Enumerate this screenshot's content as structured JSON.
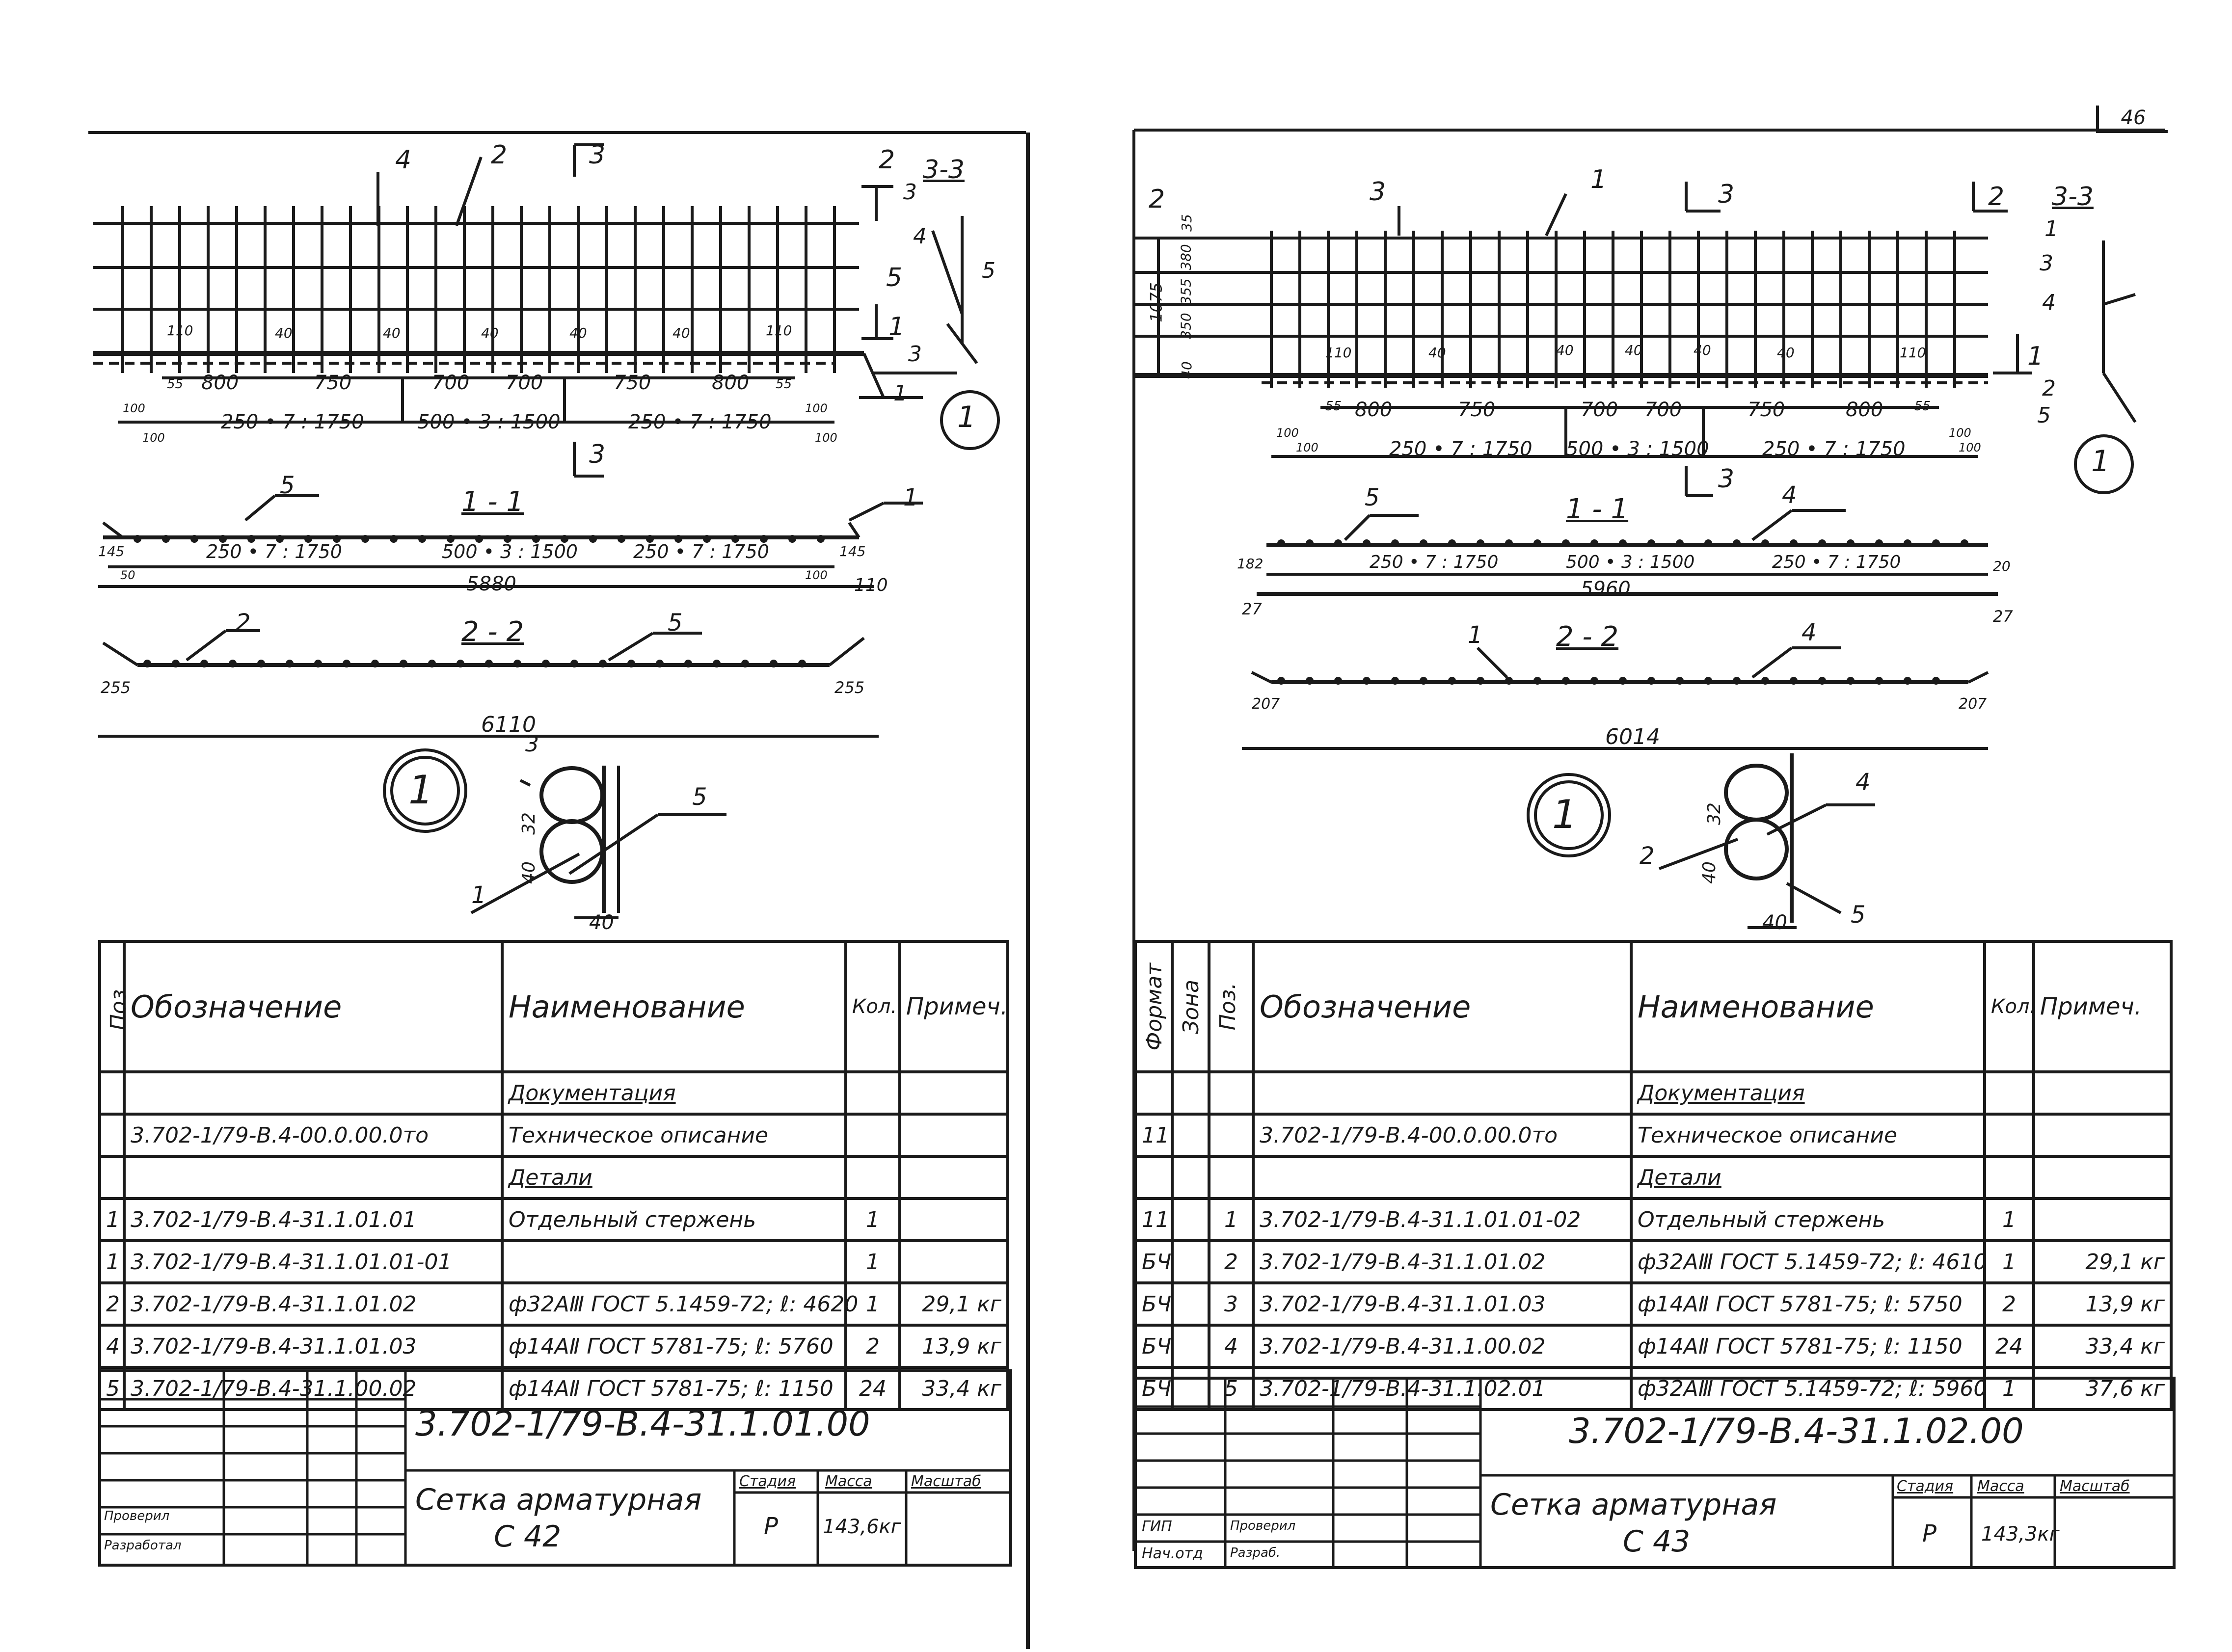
{
  "sheet_number": "46",
  "left": {
    "plan": {
      "leaders": [
        "4",
        "2",
        "3",
        "2",
        "3-3",
        "3",
        "4",
        "5",
        "5",
        "1",
        "3",
        "1"
      ],
      "spacings_top": [
        "800",
        "750",
        "700",
        "700",
        "750",
        "800"
      ],
      "dims_bottom": [
        "250 • 7 : 1750",
        "500 • 3 : 1500",
        "250 • 7 : 1750"
      ],
      "small_dims": [
        "110",
        "40",
        "40",
        "40",
        "40",
        "40",
        "110",
        "55",
        "55",
        "100",
        "100",
        "100",
        "100"
      ],
      "cut_labels": [
        "3",
        "3"
      ]
    },
    "section_1_1": {
      "title": "1 - 1",
      "leaders": [
        "5",
        "1"
      ],
      "dims": [
        "250 • 7 : 1750",
        "500 • 3 : 1500",
        "250 • 7 : 1750"
      ],
      "overall": "5880",
      "end_dims": [
        "145",
        "145",
        "110",
        "50",
        "100"
      ]
    },
    "section_2_2": {
      "title": "2 - 2",
      "leaders": [
        "2",
        "5"
      ],
      "end_dims": [
        "255",
        "255"
      ],
      "overall": "6110"
    },
    "node": {
      "marker": "1",
      "leaders": [
        "3",
        "5",
        "1"
      ],
      "dims": [
        "32",
        "40",
        "40"
      ]
    },
    "spec": {
      "headers": {
        "pos": "Поз.",
        "designation": "Обозначение",
        "name": "Наименование",
        "qty": "Кол.",
        "note": "Примеч."
      },
      "rows": [
        {
          "pos": "",
          "designation": "",
          "name": "Документация",
          "qty": "",
          "note": "",
          "section": true
        },
        {
          "pos": "",
          "designation": "3.702-1/79-В.4-00.0.00.0то",
          "name": "Техническое описание",
          "qty": "",
          "note": ""
        },
        {
          "pos": "",
          "designation": "",
          "name": "Детали",
          "qty": "",
          "note": "",
          "section": true
        },
        {
          "pos": "1",
          "designation": "3.702-1/79-В.4-31.1.01.01",
          "name": "Отдельный стержень",
          "qty": "1",
          "note": ""
        },
        {
          "pos": "1",
          "designation": "3.702-1/79-В.4-31.1.01.01-01",
          "name": "",
          "qty": "1",
          "note": ""
        },
        {
          "pos": "2",
          "designation": "3.702-1/79-В.4-31.1.01.02",
          "name": "ф32АⅢ ГОСТ 5.1459-72; ℓ: 4620",
          "qty": "1",
          "note": "29,1 кг"
        },
        {
          "pos": "4",
          "designation": "3.702-1/79-В.4-31.1.01.03",
          "name": "ф14АⅡ ГОСТ 5781-75; ℓ: 5760",
          "qty": "2",
          "note": "13,9 кг"
        },
        {
          "pos": "5",
          "designation": "3.702-1/79-В.4-31.1.00.02",
          "name": "ф14АⅡ ГОСТ 5781-75; ℓ: 1150",
          "qty": "24",
          "note": "33,4 кг"
        }
      ]
    },
    "title_block": {
      "code": "3.702-1/79-В.4-31.1.01.00",
      "name_line1": "Сетка арматурная",
      "name_line2": "С 42",
      "stage_label": "Стадия",
      "mass_label": "Масса",
      "scale_label": "Масштаб",
      "stage": "Р",
      "mass": "143,6кг",
      "roles": [
        "Проверил",
        "Разработал"
      ]
    }
  },
  "right": {
    "plan": {
      "leaders": [
        "3",
        "1",
        "3",
        "2",
        "3-3",
        "2",
        "1",
        "3",
        "4",
        "1",
        "2",
        "5",
        "1"
      ],
      "heights": [
        "35",
        "380",
        "355",
        "350",
        "40",
        "1075"
      ],
      "spacings_top": [
        "800",
        "750",
        "700",
        "700",
        "750",
        "800"
      ],
      "dims_bottom": [
        "250 • 7 : 1750",
        "500 • 3 : 1500",
        "250 • 7 : 1750"
      ],
      "small_dims": [
        "110",
        "40",
        "40",
        "40",
        "40",
        "40",
        "110",
        "55",
        "55",
        "100",
        "100",
        "100",
        "100"
      ],
      "cut_labels": [
        "3",
        "3"
      ]
    },
    "section_1_1": {
      "title": "1 - 1",
      "leaders": [
        "5",
        "4"
      ],
      "dims": [
        "250 • 7 : 1750",
        "500 • 3 : 1500",
        "250 • 7 : 1750"
      ],
      "overall": "5960",
      "end_dims": [
        "182",
        "20",
        "27",
        "27"
      ]
    },
    "section_2_2": {
      "title": "2 - 2",
      "leaders": [
        "1",
        "4"
      ],
      "end_dims": [
        "207",
        "207"
      ],
      "overall": "6014"
    },
    "node": {
      "marker": "1",
      "leaders": [
        "4",
        "2",
        "5"
      ],
      "dims": [
        "32",
        "40",
        "40"
      ]
    },
    "spec": {
      "headers": {
        "format": "Формат",
        "zone": "Зона",
        "pos": "Поз.",
        "designation": "Обозначение",
        "name": "Наименование",
        "qty": "Кол.",
        "note": "Примеч."
      },
      "rows": [
        {
          "format": "",
          "zone": "",
          "pos": "",
          "designation": "",
          "name": "Документация",
          "qty": "",
          "note": "",
          "section": true
        },
        {
          "format": "11",
          "zone": "",
          "pos": "",
          "designation": "3.702-1/79-В.4-00.0.00.0то",
          "name": "Техническое описание",
          "qty": "",
          "note": ""
        },
        {
          "format": "",
          "zone": "",
          "pos": "",
          "designation": "",
          "name": "Детали",
          "qty": "",
          "note": "",
          "section": true
        },
        {
          "format": "11",
          "zone": "",
          "pos": "1",
          "designation": "3.702-1/79-В.4-31.1.01.01-02",
          "name": "Отдельный стержень",
          "qty": "1",
          "note": ""
        },
        {
          "format": "БЧ",
          "zone": "",
          "pos": "2",
          "designation": "3.702-1/79-В.4-31.1.01.02",
          "name": "ф32АⅢ ГОСТ 5.1459-72; ℓ: 4610",
          "qty": "1",
          "note": "29,1 кг"
        },
        {
          "format": "БЧ",
          "zone": "",
          "pos": "3",
          "designation": "3.702-1/79-В.4-31.1.01.03",
          "name": "ф14АⅡ ГОСТ 5781-75; ℓ: 5750",
          "qty": "2",
          "note": "13,9 кг"
        },
        {
          "format": "БЧ",
          "zone": "",
          "pos": "4",
          "designation": "3.702-1/79-В.4-31.1.00.02",
          "name": "ф14АⅡ ГОСТ 5781-75; ℓ: 1150",
          "qty": "24",
          "note": "33,4 кг"
        },
        {
          "format": "БЧ",
          "zone": "",
          "pos": "5",
          "designation": "3.702-1/79-В.4-31.1.02.01",
          "name": "ф32АⅢ ГОСТ 5.1459-72; ℓ: 5960",
          "qty": "1",
          "note": "37,6 кг"
        }
      ]
    },
    "title_block": {
      "code": "3.702-1/79-В.4-31.1.02.00",
      "name_line1": "Сетка арматурная",
      "name_line2": "С 43",
      "stage_label": "Стадия",
      "mass_label": "Масса",
      "scale_label": "Масштаб",
      "stage": "Р",
      "mass": "143,3кг",
      "roles": [
        "ГИП",
        "Нач.отд",
        "Проверил",
        "Разраб."
      ]
    }
  }
}
